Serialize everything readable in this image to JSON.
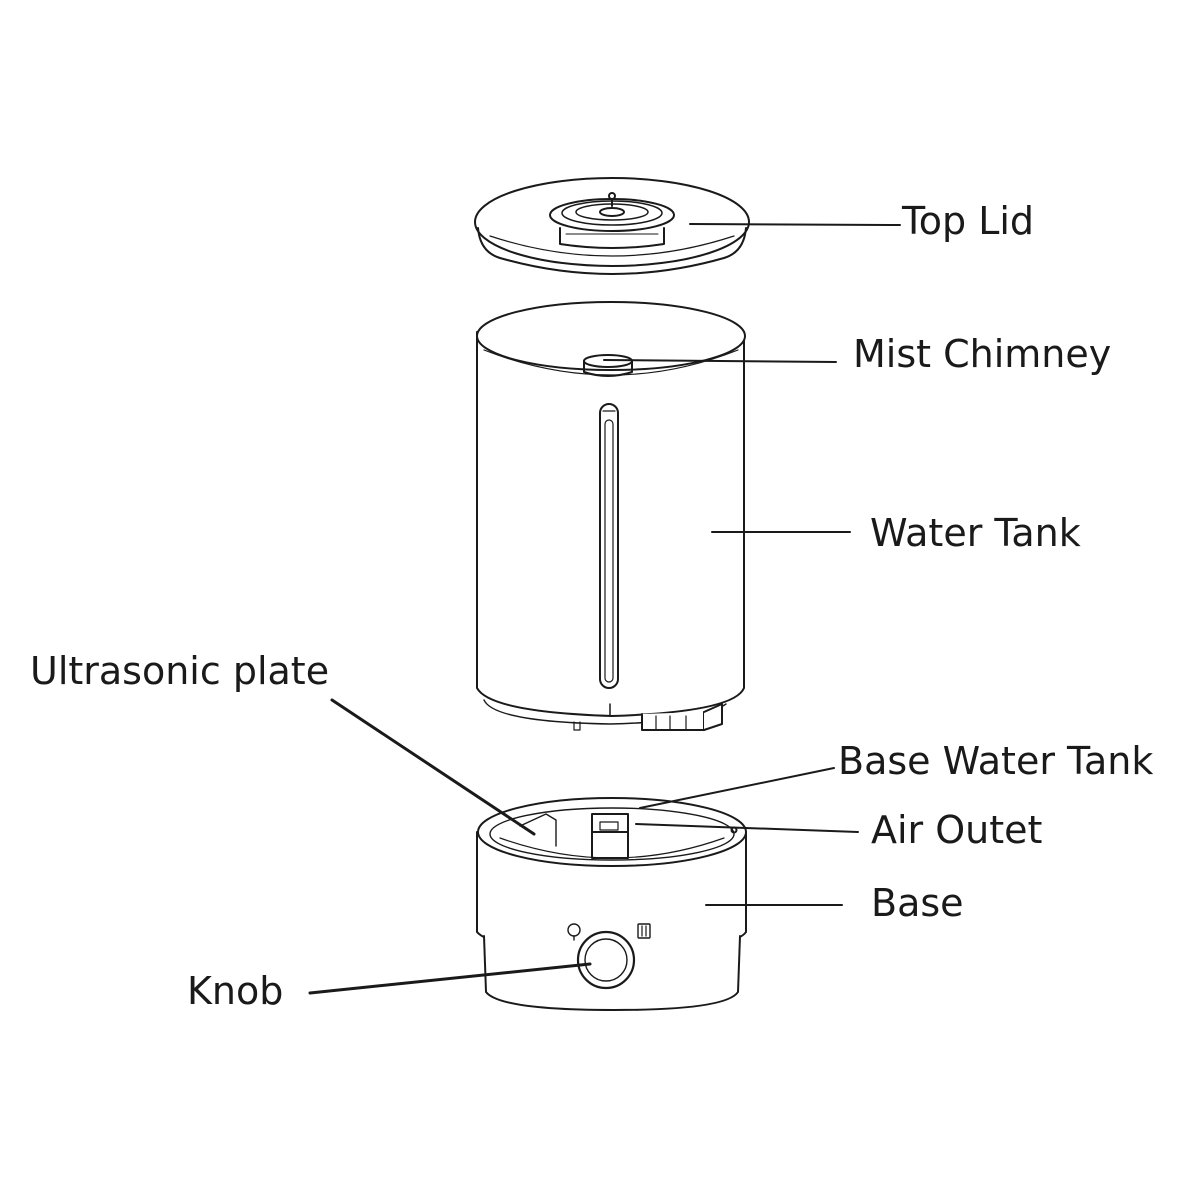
{
  "labels": {
    "top_lid": "Top Lid",
    "mist_chimney": "Mist Chimney",
    "water_tank": "Water Tank",
    "ultrasonic_plate": "Ultrasonic plate",
    "base_water_tank": "Base Water Tank",
    "air_outlet": "Air Outet",
    "base": "Base",
    "knob": "Knob"
  },
  "colors": {
    "line": "#1a1a1a",
    "fill": "#ffffff"
  }
}
